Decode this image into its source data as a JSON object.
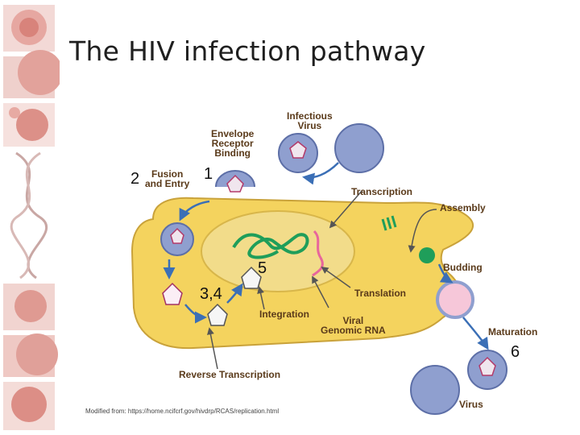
{
  "slide": {
    "title": "The HIV infection pathway",
    "source": "Modified from: https://home.ncifcrf.gov/hivdrp/RCAS/replication.html"
  },
  "diagram": {
    "labels": {
      "infectious_virus": [
        "Infectious",
        "Virus"
      ],
      "envelope_receptor_binding": [
        "Envelope",
        "Receptor",
        "Binding"
      ],
      "fusion_and_entry": [
        "Fusion",
        "and Entry"
      ],
      "transcription": "Transcription",
      "assembly": "Assembly",
      "budding": "Budding",
      "translation": "Translation",
      "integration": "Integration",
      "viral_genomic_rna": [
        "Viral",
        "Genomic RNA"
      ],
      "maturation": "Maturation",
      "reverse_transcription": "Reverse Transcription",
      "virus": "Virus"
    },
    "step_numbers": {
      "step_1": "1",
      "step_2": "2",
      "step_3_4": "3,4",
      "step_5": "5",
      "step_6": "6"
    }
  },
  "colors": {
    "cell_fill": "#f4d35e",
    "nucleus_fill": "#f2dc8a",
    "virion": "#8f9fcf",
    "label_text": "#5a3a1a",
    "viral_rna": "#e8669c",
    "host_dna": "#1f9e5a"
  }
}
